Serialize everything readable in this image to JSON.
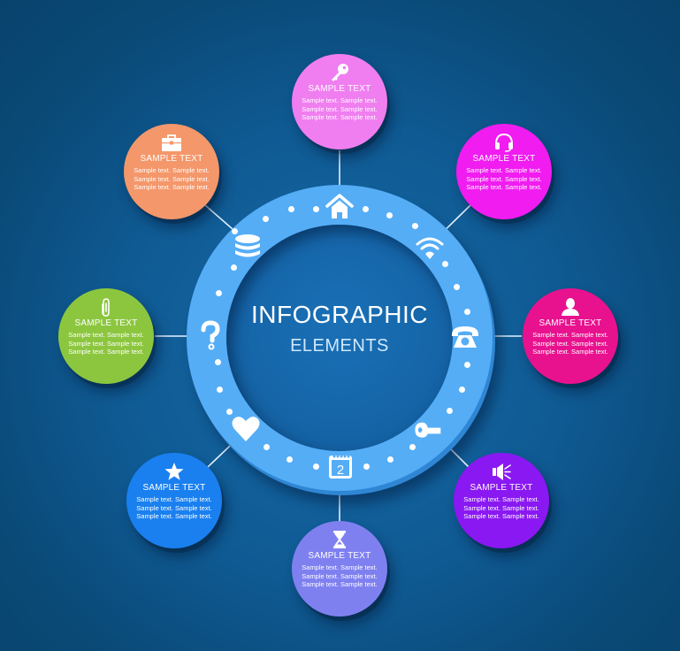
{
  "center": {
    "title": "INFOGRAPHIC",
    "subtitle": "ELEMENTS"
  },
  "colors": {
    "background": "#0c4f82",
    "ring": "#55adf6",
    "ring_shadow": "#2f86d4",
    "inner_disk": "#1565a8",
    "connector": "#e8f2ff"
  },
  "ring_icons": [
    {
      "name": "home-icon",
      "position": "top"
    },
    {
      "name": "wifi-icon",
      "position": "top-right"
    },
    {
      "name": "telephone-icon",
      "position": "right"
    },
    {
      "name": "wrench-icon",
      "position": "bottom-right"
    },
    {
      "name": "calendar-icon",
      "position": "bottom",
      "label": "2"
    },
    {
      "name": "heart-icon",
      "position": "bottom-left"
    },
    {
      "name": "question-mark-icon",
      "position": "left"
    },
    {
      "name": "database-icon",
      "position": "top-left"
    }
  ],
  "nodes": [
    {
      "position": "top",
      "icon": "key-icon",
      "color": "#f07ef0",
      "title": "SAMPLE TEXT",
      "body": "Sample text. Sample text. Sample text. Sample text. Sample text. Sample text."
    },
    {
      "position": "top-right",
      "icon": "headset-icon",
      "color": "#f01cf0",
      "title": "SAMPLE TEXT",
      "body": "Sample text. Sample text. Sample text. Sample text. Sample text. Sample text."
    },
    {
      "position": "right",
      "icon": "user-icon",
      "color": "#e8128e",
      "title": "SAMPLE TEXT",
      "body": "Sample text. Sample text. Sample text. Sample text. Sample text. Sample text."
    },
    {
      "position": "bottom-right",
      "icon": "megaphone-icon",
      "color": "#8a18f2",
      "title": "SAMPLE TEXT",
      "body": "Sample text. Sample text. Sample text. Sample text. Sample text. Sample text."
    },
    {
      "position": "bottom",
      "icon": "hourglass-icon",
      "color": "#7f80f0",
      "title": "SAMPLE TEXT",
      "body": "Sample text. Sample text. Sample text. Sample text. Sample text. Sample text."
    },
    {
      "position": "bottom-left",
      "icon": "star-icon",
      "color": "#1a80f0",
      "title": "SAMPLE TEXT",
      "body": "Sample text. Sample text. Sample text. Sample text. Sample text. Sample text."
    },
    {
      "position": "left",
      "icon": "paperclip-icon",
      "color": "#8cc63f",
      "title": "SAMPLE TEXT",
      "body": "Sample text. Sample text. Sample text. Sample text. Sample text. Sample text."
    },
    {
      "position": "top-left",
      "icon": "briefcase-icon",
      "color": "#f4976a",
      "title": "SAMPLE TEXT",
      "body": "Sample text. Sample text. Sample text. Sample text. Sample text. Sample text."
    }
  ]
}
